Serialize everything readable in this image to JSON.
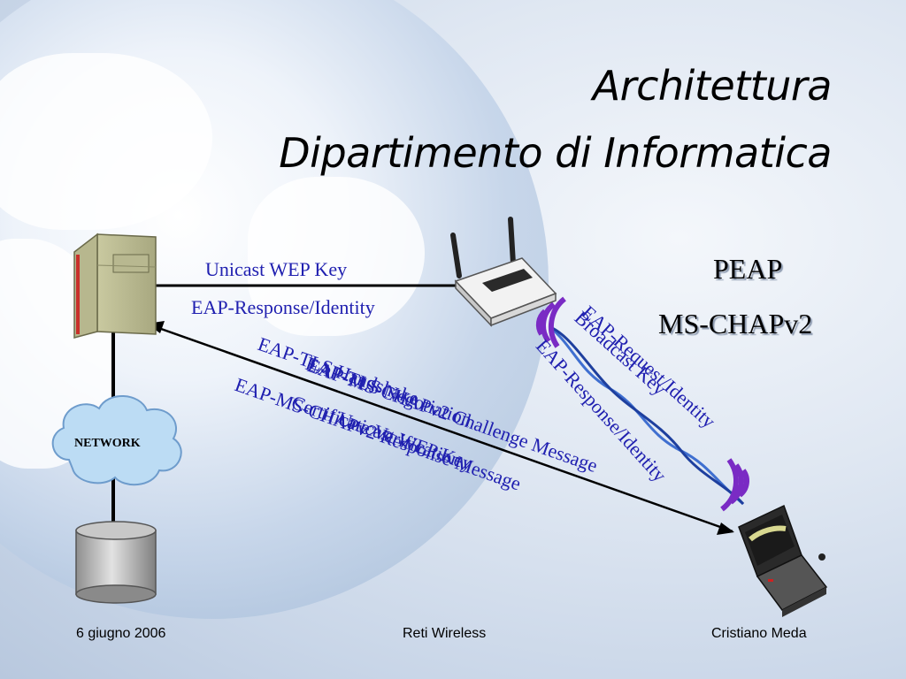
{
  "title": {
    "line1": "Architettura",
    "line2": "Dipartimento di Informatica"
  },
  "protocols": {
    "peap": "PEAP",
    "mschap": "MS-CHAPv2"
  },
  "network_label": "NETWORK",
  "messages": {
    "unicast_wep_key": "Unicast WEP Key",
    "eap_response_identity_wired": "EAP-Response/Identity",
    "broadcast_key": "Broadcast Key",
    "eap_request_identity": "EAP-Request/Identity",
    "eap_response_identity_wireless": "EAP-Response/Identity",
    "eap_tls_handshake": "EAP-TLS Handshake",
    "eap_tls_negotiation": "EAP-TLS Negotiation",
    "eap_mschapv2_challenge": "EAP-MS-CHAPv2 Challenge Message",
    "eap_mschapv2_response": "EAP-MS-CHAPv2 Response Message",
    "certificate_verification": "Certificate Verification",
    "unicast_wep_key_diag": "Unicast WEP Key"
  },
  "footer": {
    "date": "6 giugno 2006",
    "course": "Reti Wireless",
    "author": "Cristiano Meda"
  },
  "colors": {
    "message_text": "#2020b0",
    "signal_wave": "#7a2bc4",
    "link_line": "#000000"
  }
}
